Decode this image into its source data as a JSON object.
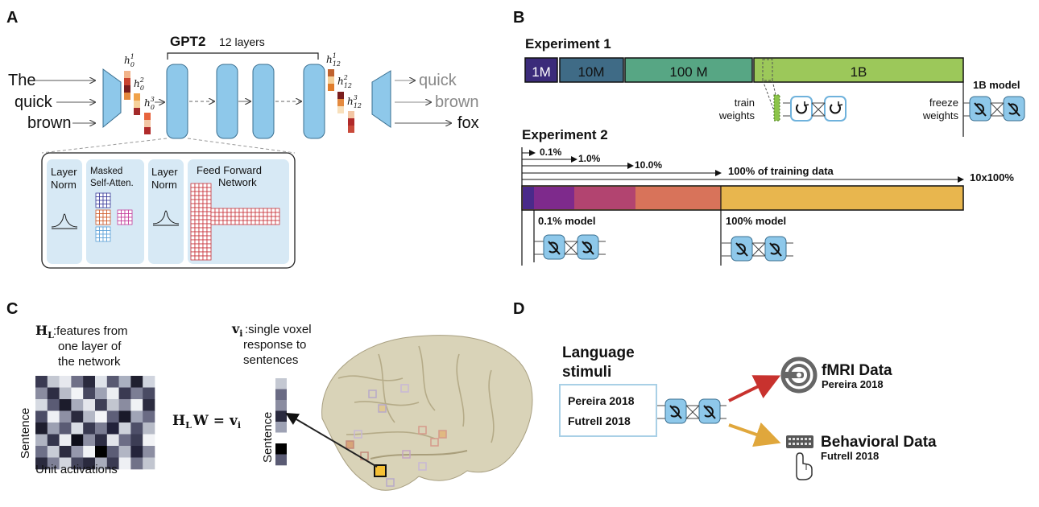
{
  "panels": {
    "a": "A",
    "b": "B",
    "c": "C",
    "d": "D"
  },
  "panel_a": {
    "model_title": "GPT2",
    "layers_label": "12 layers",
    "input_words": [
      "The",
      "quick",
      "brown"
    ],
    "output_words": [
      "quick",
      "brown",
      "fox"
    ],
    "h0_labels": [
      "h",
      "h",
      "h"
    ],
    "h0_sup": [
      "1",
      "2",
      "3"
    ],
    "h0_sub": "0",
    "h12_labels": [
      "h",
      "h",
      "h"
    ],
    "h12_sup": [
      "1",
      "2",
      "3"
    ],
    "h12_sub": "12",
    "blocks": {
      "layer_norm_1": [
        "Layer",
        "Norm"
      ],
      "masked_attention": [
        "Masked",
        "Self-Atten."
      ],
      "layer_norm_2": [
        "Layer",
        "Norm"
      ],
      "feed_forward": [
        "Feed Forward",
        "Network"
      ]
    },
    "colors": {
      "block_fill": "#8ec8ea",
      "block_stroke": "#3a6f90",
      "panel_bg": "#d7e9f5"
    }
  },
  "panel_b": {
    "experiment1_title": "Experiment 1",
    "experiment1_segments": [
      "1M",
      "10M",
      "100 M",
      "1B"
    ],
    "experiment1_colors": [
      "#3b2b7a",
      "#3f6b86",
      "#57a684",
      "#9cc85a"
    ],
    "train_label": [
      "train",
      "weights"
    ],
    "freeze_label": [
      "freeze",
      "weights"
    ],
    "model_1b_label": "1B model",
    "experiment2_title": "Experiment 2",
    "percent_labels": [
      "0.1%",
      "1.0%",
      "10.0%",
      "100% of training data",
      "10x100%"
    ],
    "experiment2_colors": [
      "#4a2a8a",
      "#7e2a8c",
      "#b24470",
      "#d8735a",
      "#e8b64e"
    ],
    "model_01_label": "0.1% model",
    "model_100_label": "100% model"
  },
  "panel_c": {
    "hl_symbol": "H",
    "hl_sub": "L",
    "hl_desc": [
      ":features from",
      "one layer of",
      "the network"
    ],
    "vi_symbol": "v",
    "vi_sub": "i",
    "vi_desc": [
      ":single voxel",
      "response to",
      "sentences"
    ],
    "equation": "H",
    "eq_sub": "L",
    "eq_rest": "W = v",
    "eq_sub2": "i",
    "y_label": "Sentence",
    "x_label": "Unit activations",
    "vi_y_label": "Sentence"
  },
  "panel_d": {
    "stimuli_title": [
      "Language",
      "stimuli"
    ],
    "stimuli_items": [
      "Pereira 2018",
      "Futrell 2018"
    ],
    "fmri_title": "fMRI Data",
    "fmri_sub": "Pereira 2018",
    "behav_title": "Behavioral Data",
    "behav_sub": "Futrell 2018",
    "colors": {
      "fmri_arrow": "#c8322e",
      "behav_arrow": "#e0a73c",
      "box_stroke": "#a9d0e6"
    }
  }
}
